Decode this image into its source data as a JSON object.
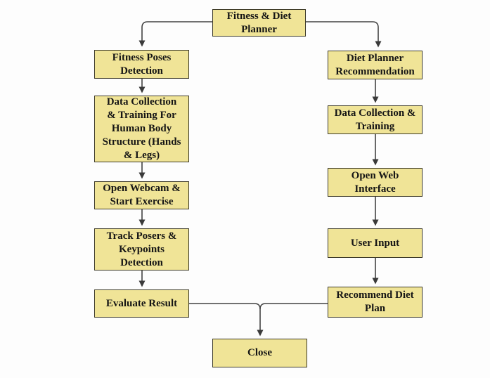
{
  "diagram": {
    "type": "flowchart",
    "title": "Fitness & Diet Planner",
    "colors": {
      "node_fill": "#f0e497",
      "node_border": "#3d3a28",
      "connector": "#434343",
      "text": "#151515",
      "background": "#fdfdfd"
    },
    "nodes": {
      "root": "Fitness & Diet Planner",
      "fitness_poses": "Fitness Poses Detection",
      "data_collection_fitness": "Data Collection & Training For Human Body Structure (Hands & Legs)",
      "open_webcam": "Open Webcam & Start Exercise",
      "track_posers": "Track Posers & Keypoints Detection",
      "evaluate_result": "Evaluate Result",
      "diet_planner": "Diet Planner Recommendation",
      "data_collection_diet": "Data Collection & Training",
      "open_web_interface": "Open Web Interface",
      "user_input": "User Input",
      "recommend_diet_plan": "Recommend Diet Plan",
      "close": "Close"
    },
    "edges": [
      {
        "from": "root",
        "to": "fitness_poses"
      },
      {
        "from": "root",
        "to": "diet_planner"
      },
      {
        "from": "fitness_poses",
        "to": "data_collection_fitness"
      },
      {
        "from": "data_collection_fitness",
        "to": "open_webcam"
      },
      {
        "from": "open_webcam",
        "to": "track_posers"
      },
      {
        "from": "track_posers",
        "to": "evaluate_result"
      },
      {
        "from": "evaluate_result",
        "to": "close"
      },
      {
        "from": "diet_planner",
        "to": "data_collection_diet"
      },
      {
        "from": "data_collection_diet",
        "to": "open_web_interface"
      },
      {
        "from": "open_web_interface",
        "to": "user_input"
      },
      {
        "from": "user_input",
        "to": "recommend_diet_plan"
      },
      {
        "from": "recommend_diet_plan",
        "to": "close"
      }
    ]
  }
}
